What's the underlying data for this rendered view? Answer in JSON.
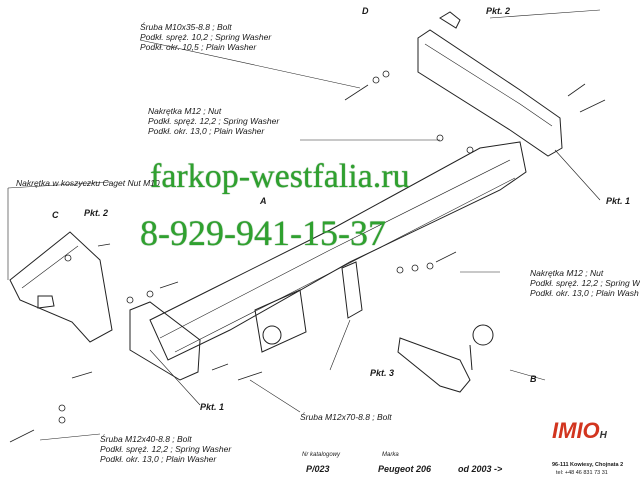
{
  "labels": {
    "bolt_top": [
      "Śruba M10x35-8.8  ; Bolt",
      "Podkł. spręż. 10,2 ; Spring Washer",
      "Podkł. okr. 10,5 ; Plain Washer"
    ],
    "nut_mid": [
      "Nakrętka  M12 ; Nut",
      "Podkł. spręż. 12,2 ; Spring Washer",
      "Podkł. okr. 13,0 ;  Plain Washer"
    ],
    "cage_nut": "Nakrętka w koszyczku Caget Nut M10",
    "nut_right": [
      "Nakrętka  M12 ; Nut",
      "Podkł. spręż. 12,2 ; Spring W",
      "Podkł. okr. 13,0 ;  Plain Wash"
    ],
    "bolt_center": "Śruba M12x70-8.8   ;  Bolt",
    "bolt_bottom": [
      "Śruba M12x40-8.8  ; Bolt",
      "Podkł. spręż. 12,2 ; Spring Washer",
      "Podkł. okr. 13,0 ;  Plain Washer"
    ]
  },
  "tags": {
    "d": "D",
    "c": "C",
    "a": "A",
    "b": "B",
    "pkt2_top": "Pkt. 2",
    "pkt1_right": "Pkt. 1",
    "pkt2_left": "Pkt. 2",
    "pkt1_bottom": "Pkt. 1",
    "pkt3": "Pkt. 3"
  },
  "watermark": {
    "site": "farkop-westfalia.ru",
    "phone": "8-929-941-15-37",
    "color": "#2fa12f"
  },
  "footer": {
    "catalog_caption": "Nr katalogowy",
    "catalog_value": "P/023",
    "brand_caption": "Marka",
    "brand_value": "Peugeot 206",
    "year_value": "od  2003 ->",
    "logo_text": "IMIO",
    "logo_accent": "#d2351f",
    "logo_suffix": "H",
    "address": "96-111 Kowiesy, Chojnata 2",
    "phone": "tel: +48 46 831 73 31"
  }
}
